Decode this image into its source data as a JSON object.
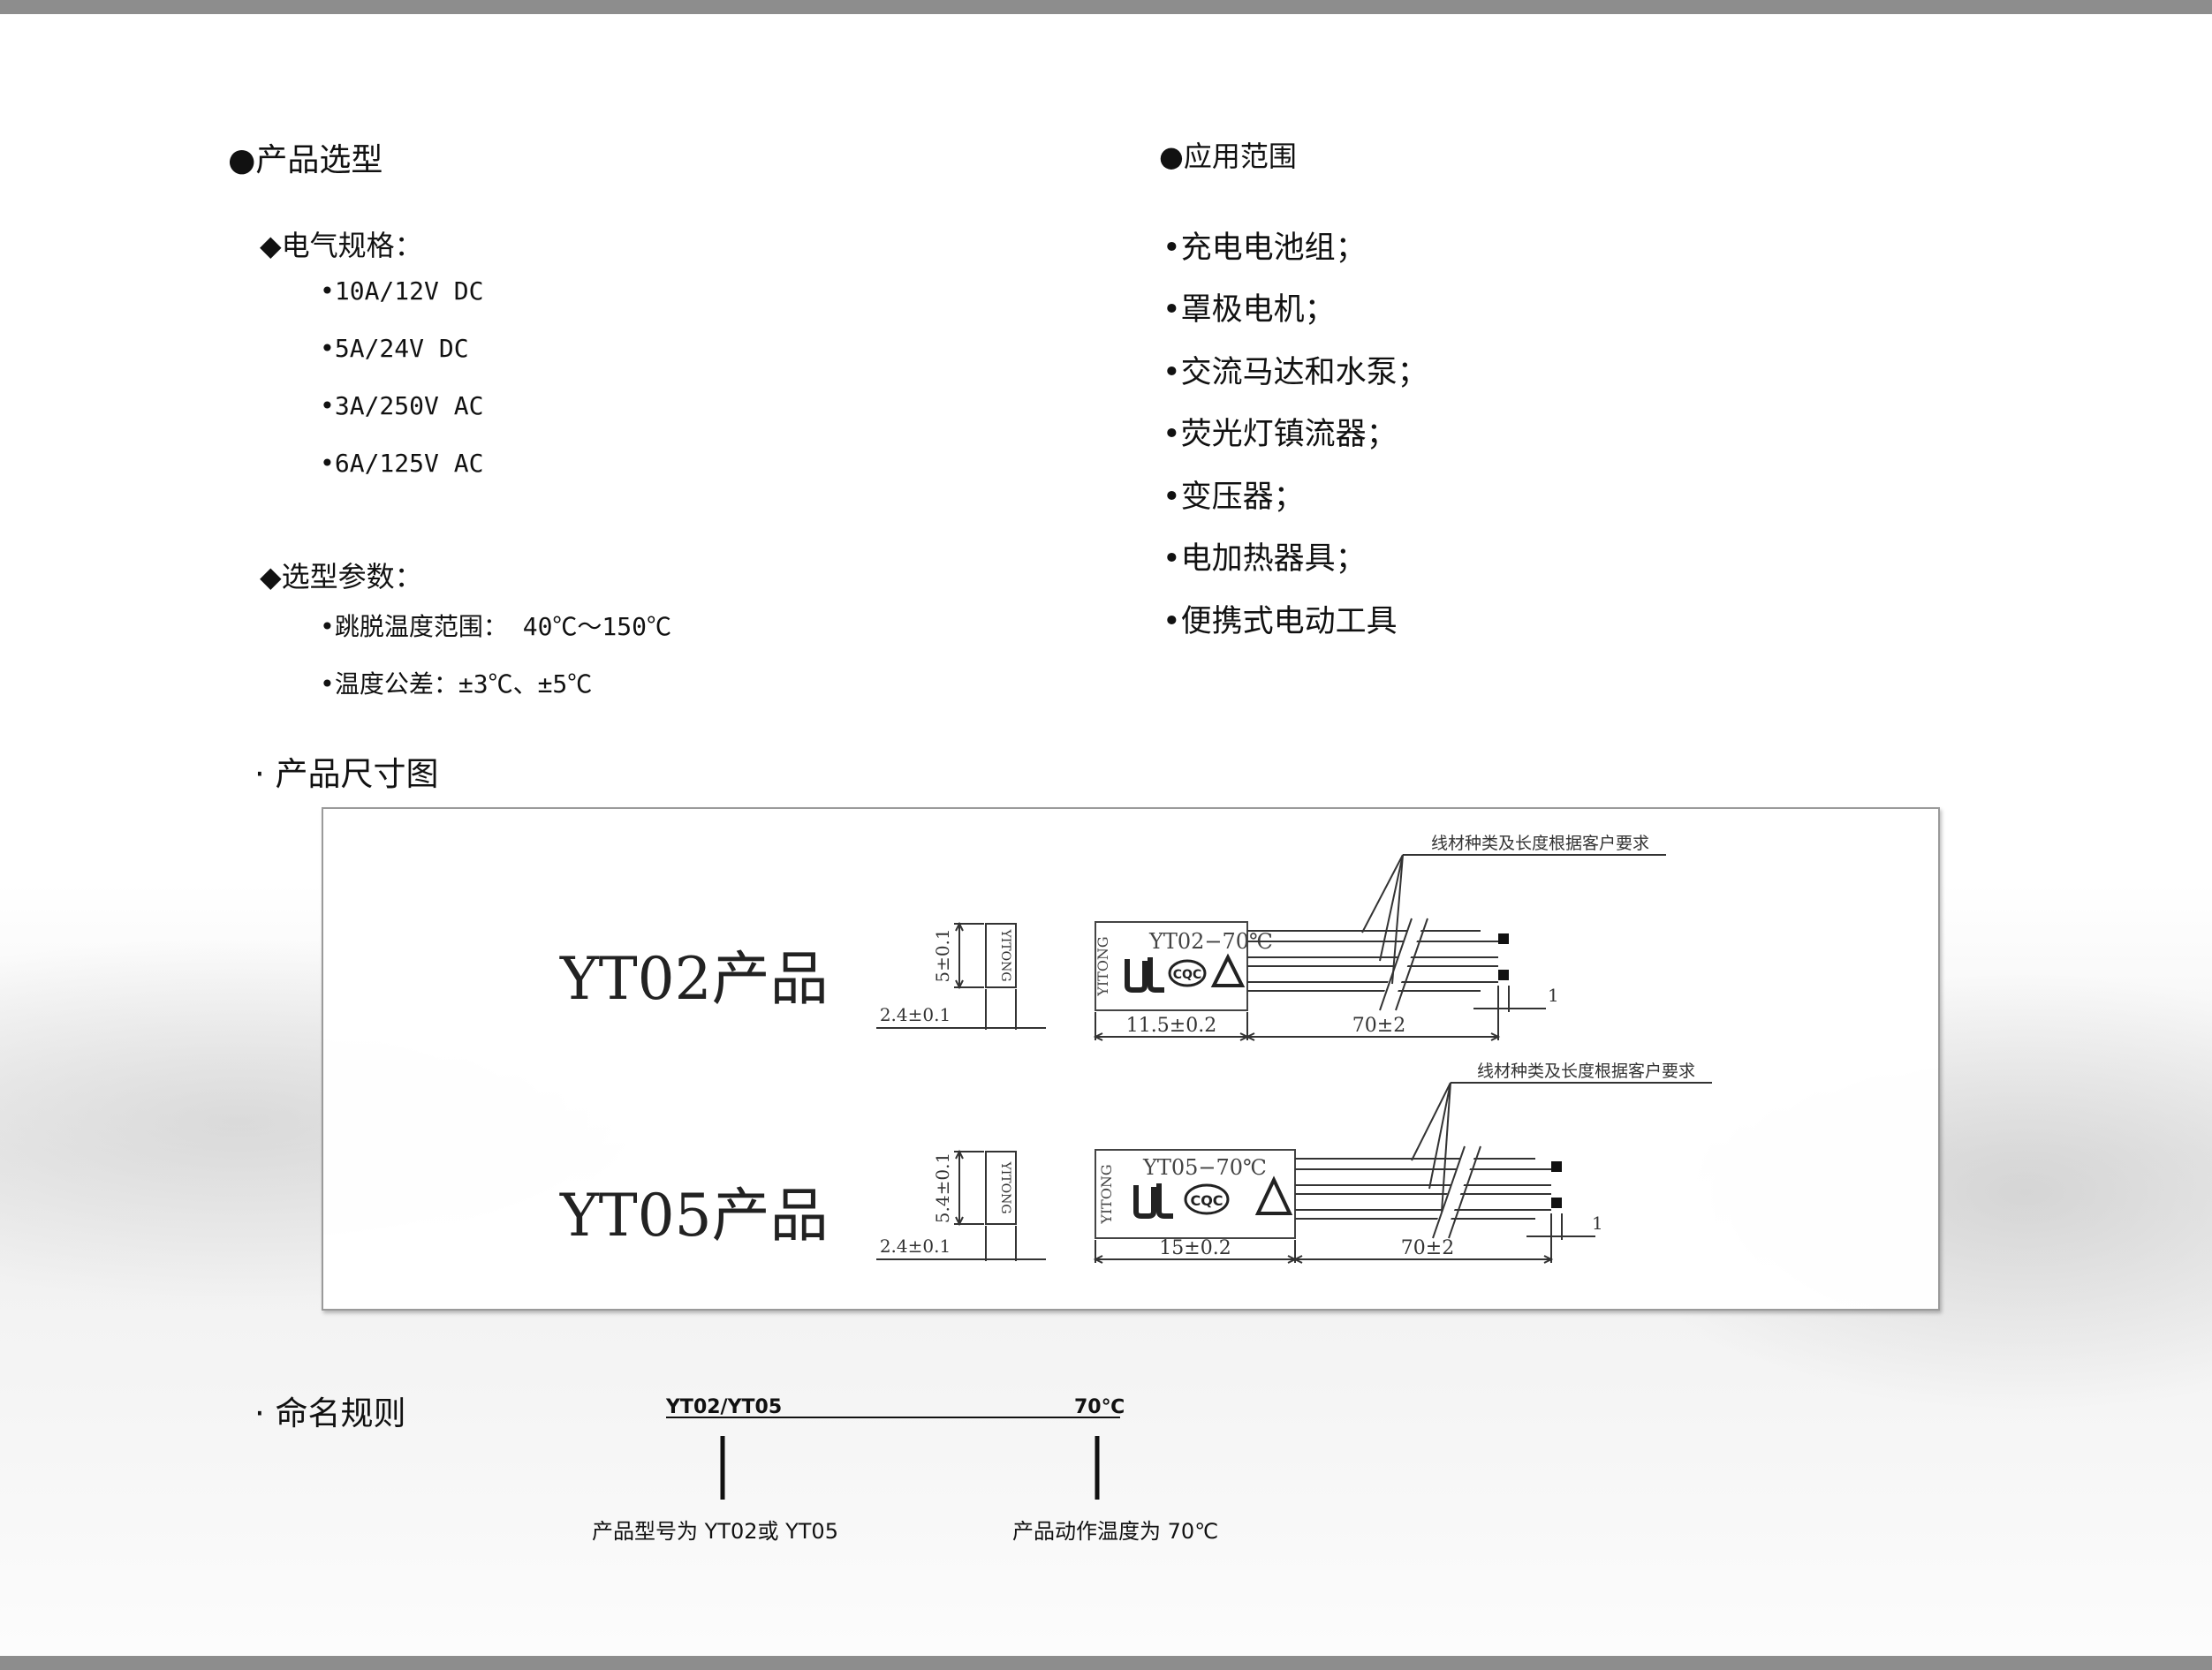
{
  "selection": {
    "title": "●产品选型",
    "electrical": {
      "title": "◆电气规格：",
      "items": [
        "•10A/12V DC",
        "•5A/24V DC",
        "•3A/250V AC",
        "•6A/125V AC"
      ]
    },
    "params": {
      "title": "◆选型参数：",
      "items": [
        "•跳脱温度范围： 40℃～150℃",
        "•温度公差：±3℃、±5℃"
      ]
    }
  },
  "application": {
    "title": "●应用范围",
    "items": [
      "•充电电池组；",
      "•罩极电机；",
      "•交流马达和水泵；",
      "•荧光灯镇流器；",
      "•变压器；",
      "•电加热器具；",
      "•便携式电动工具"
    ]
  },
  "dimensions": {
    "title": "· 产品尺寸图",
    "yt02": {
      "name": "YT02产品",
      "side_label": "YITONG",
      "height_label": "5±0.1",
      "thickness_label": "2.4±0.1",
      "body_model": "YT02−70℃",
      "body_brand": "YITONG",
      "length_label": "11.5±0.2",
      "wire_length_label": "70±2",
      "strip_label": "1",
      "wire_note": "线材种类及长度根据客户要求"
    },
    "yt05": {
      "name": "YT05产品",
      "side_label": "YITONG",
      "height_label": "5.4±0.1",
      "thickness_label": "2.4±0.1",
      "body_model": "YT05−70℃",
      "body_brand": "YITONG",
      "length_label": "15±0.2",
      "wire_length_label": "70±2",
      "strip_label": "1",
      "wire_note": "线材种类及长度根据客户要求"
    },
    "cert_mark": "CQC"
  },
  "naming": {
    "title": "· 命名规则",
    "part1": "YT02/YT05",
    "part2": "70℃",
    "desc1": "产品型号为 YT02或 YT05",
    "desc2": "产品动作温度为 70℃"
  }
}
